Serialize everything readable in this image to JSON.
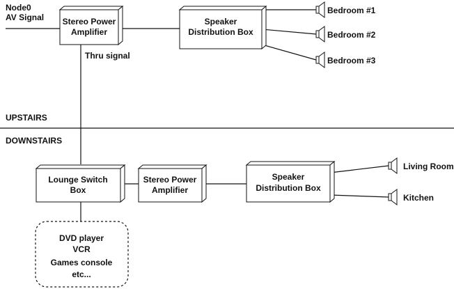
{
  "source": {
    "line1": "Node0",
    "line2": "AV Signal"
  },
  "upstairs": {
    "amplifier": {
      "line1": "Stereo Power",
      "line2": "Amplifier"
    },
    "distribution": {
      "line1": "Speaker",
      "line2": "Distribution Box"
    },
    "thru_label": "Thru signal",
    "speakers": [
      "Bedroom #1",
      "Bedroom #2",
      "Bedroom #3"
    ]
  },
  "floors": {
    "upstairs": "UPSTAIRS",
    "downstairs": "DOWNSTAIRS"
  },
  "downstairs": {
    "switch": {
      "line1": "Lounge Switch",
      "line2": "Box"
    },
    "amplifier": {
      "line1": "Stereo Power",
      "line2": "Amplifier"
    },
    "distribution": {
      "line1": "Speaker",
      "line2": "Distribution Box"
    },
    "speakers": [
      "Living Room",
      "Kitchen"
    ],
    "sources": [
      "DVD player",
      "VCR",
      "Games console",
      "etc..."
    ]
  }
}
